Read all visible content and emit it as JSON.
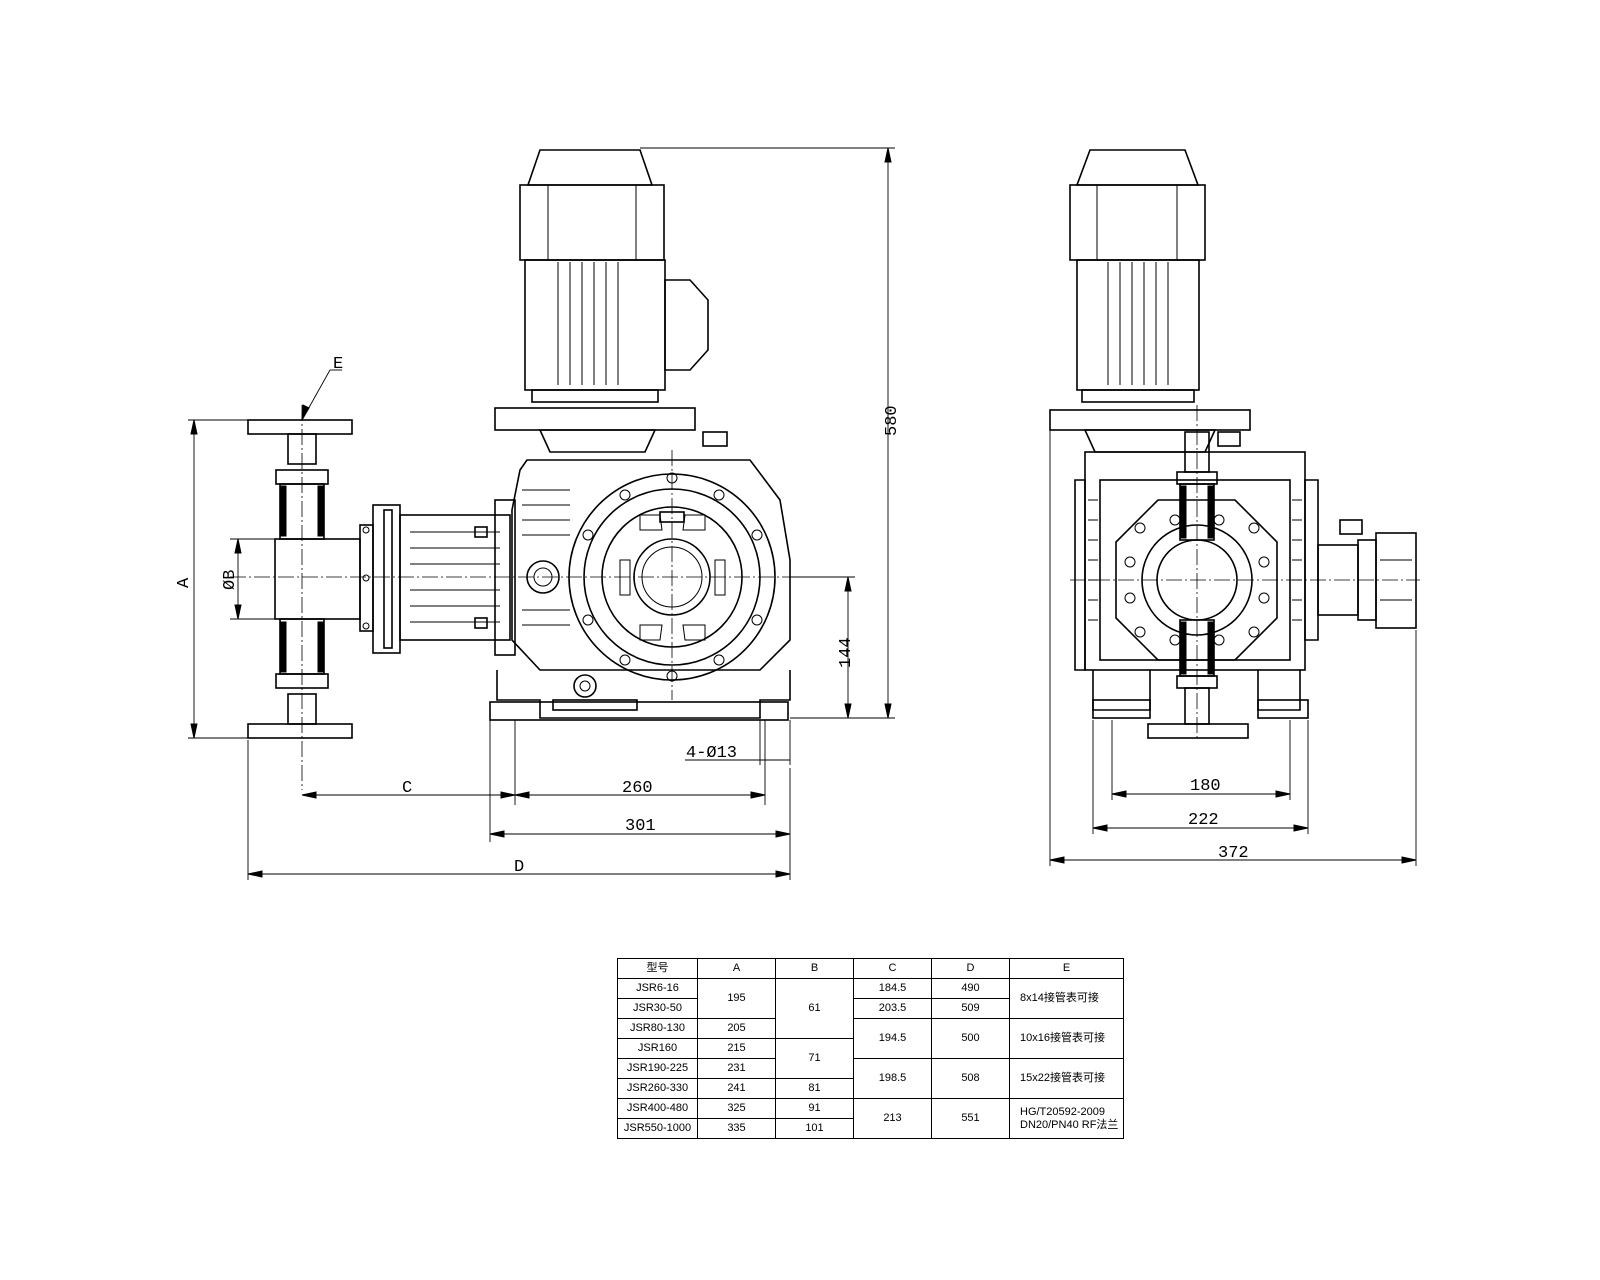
{
  "dimensions": {
    "height_total": "580",
    "inlet_height": "144",
    "bolt_holes": "4-Ø13",
    "base_mount_spacing": "260",
    "base_length": "301",
    "side_mount_spacing": "180",
    "side_base_width": "222",
    "side_overall_width": "372",
    "label_a": "A",
    "label_b": "ØB",
    "label_c": "C",
    "label_d": "D",
    "label_e": "E"
  },
  "spec_table": {
    "headers": [
      "型号",
      "A",
      "B",
      "C",
      "D",
      "E"
    ],
    "models": [
      "JSR6-16",
      "JSR30-50",
      "JSR80-130",
      "JSR160",
      "JSR190-225",
      "JSR260-330",
      "JSR400-480",
      "JSR550-1000"
    ],
    "a_values": [
      "195",
      "205",
      "215",
      "231",
      "241",
      "325",
      "335"
    ],
    "b_values": [
      "61",
      "71",
      "81",
      "91",
      "101"
    ],
    "c_values": [
      "184.5",
      "203.5",
      "194.5",
      "198.5",
      "213"
    ],
    "d_values": [
      "490",
      "509",
      "500",
      "508",
      "551"
    ],
    "e_values": [
      "8x14接管表可接",
      "10x16接管表可接",
      "15x22接管表可接",
      "HG/T20592-2009 DN20/PN40 RF法兰"
    ]
  }
}
